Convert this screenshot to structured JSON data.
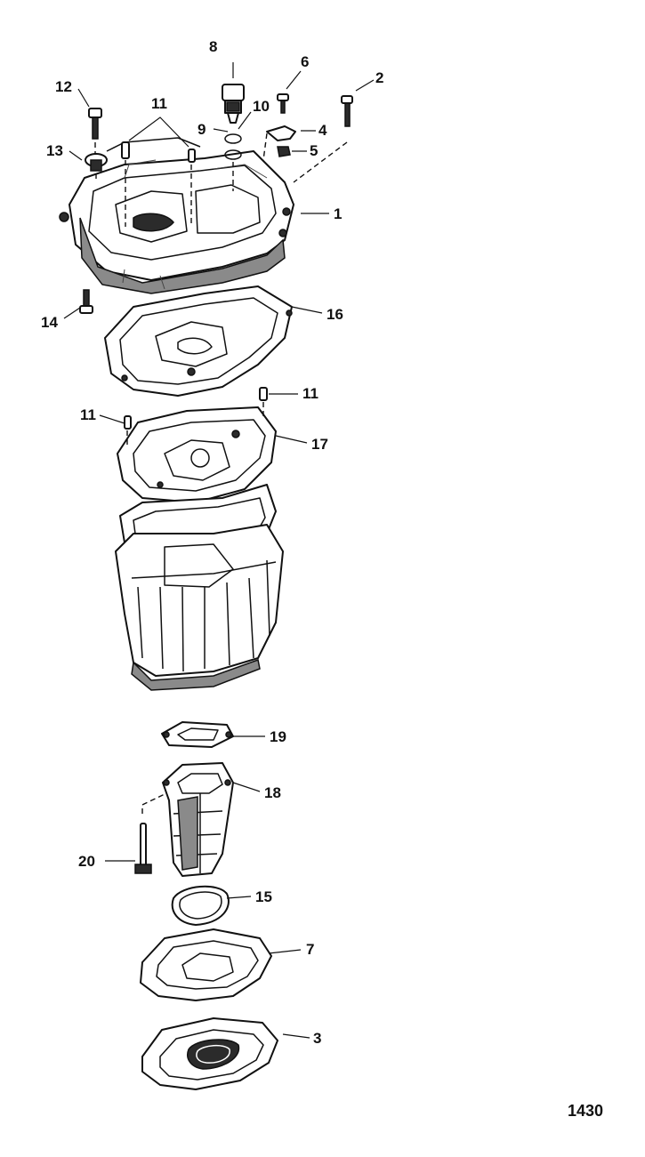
{
  "callouts": {
    "c1": "1",
    "c2": "2",
    "c3": "3",
    "c4": "4",
    "c5": "5",
    "c6": "6",
    "c7": "7",
    "c8": "8",
    "c9": "9",
    "c10": "10",
    "c11a": "11",
    "c11b": "11",
    "c11c": "11",
    "c12": "12",
    "c13": "13",
    "c14": "14",
    "c15": "15",
    "c16": "16",
    "c17": "17",
    "c18": "18",
    "c19": "19",
    "c20": "20"
  },
  "figure_id": "1430"
}
